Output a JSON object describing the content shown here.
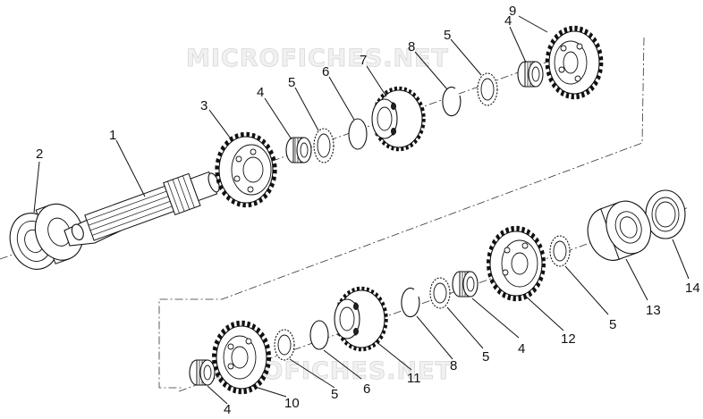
{
  "watermark": "MICROFICHES.NET",
  "labels": {
    "l1": "1",
    "l2": "2",
    "l3": "3",
    "l4a": "4",
    "l5a": "5",
    "l6a": "6",
    "l7": "7",
    "l8a": "8",
    "l5b": "5",
    "l4b": "4",
    "l9": "9",
    "l14": "14",
    "l13": "13",
    "l5c": "5",
    "l12": "12",
    "l4c": "4",
    "l5d": "5",
    "l8b": "8",
    "l11": "11",
    "l6b": "6",
    "l5e": "5",
    "l10": "10",
    "l4d": "4"
  }
}
